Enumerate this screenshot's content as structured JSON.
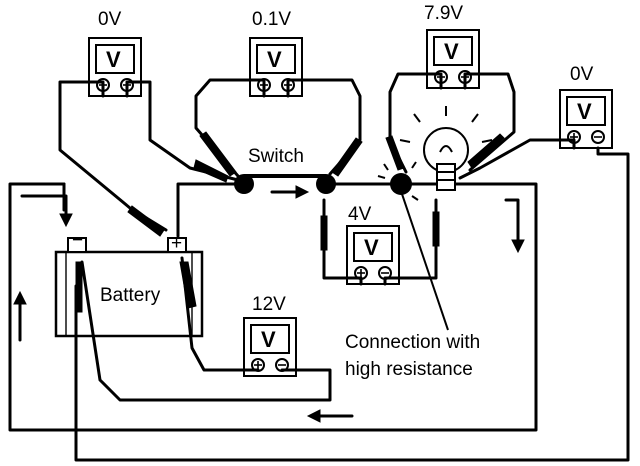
{
  "meters": [
    {
      "reading": "0V",
      "symbol": "V"
    },
    {
      "reading": "0.1V",
      "symbol": "V"
    },
    {
      "reading": "7.9V",
      "symbol": "V"
    },
    {
      "reading": "0V",
      "symbol": "V"
    },
    {
      "reading": "4V",
      "symbol": "V"
    },
    {
      "reading": "12V",
      "symbol": "V"
    }
  ],
  "labels": {
    "switch": "Switch",
    "battery": "Battery",
    "connection_line1": "Connection with",
    "connection_line2": "high resistance"
  },
  "terminals": {
    "battery_negative": "−",
    "battery_positive": "+",
    "meter_positive": "+",
    "meter_negative": "−"
  },
  "icons": [
    "voltmeter-icon",
    "battery-icon",
    "switch-icon",
    "bulb-icon",
    "arrow-icon",
    "probe-icon"
  ]
}
